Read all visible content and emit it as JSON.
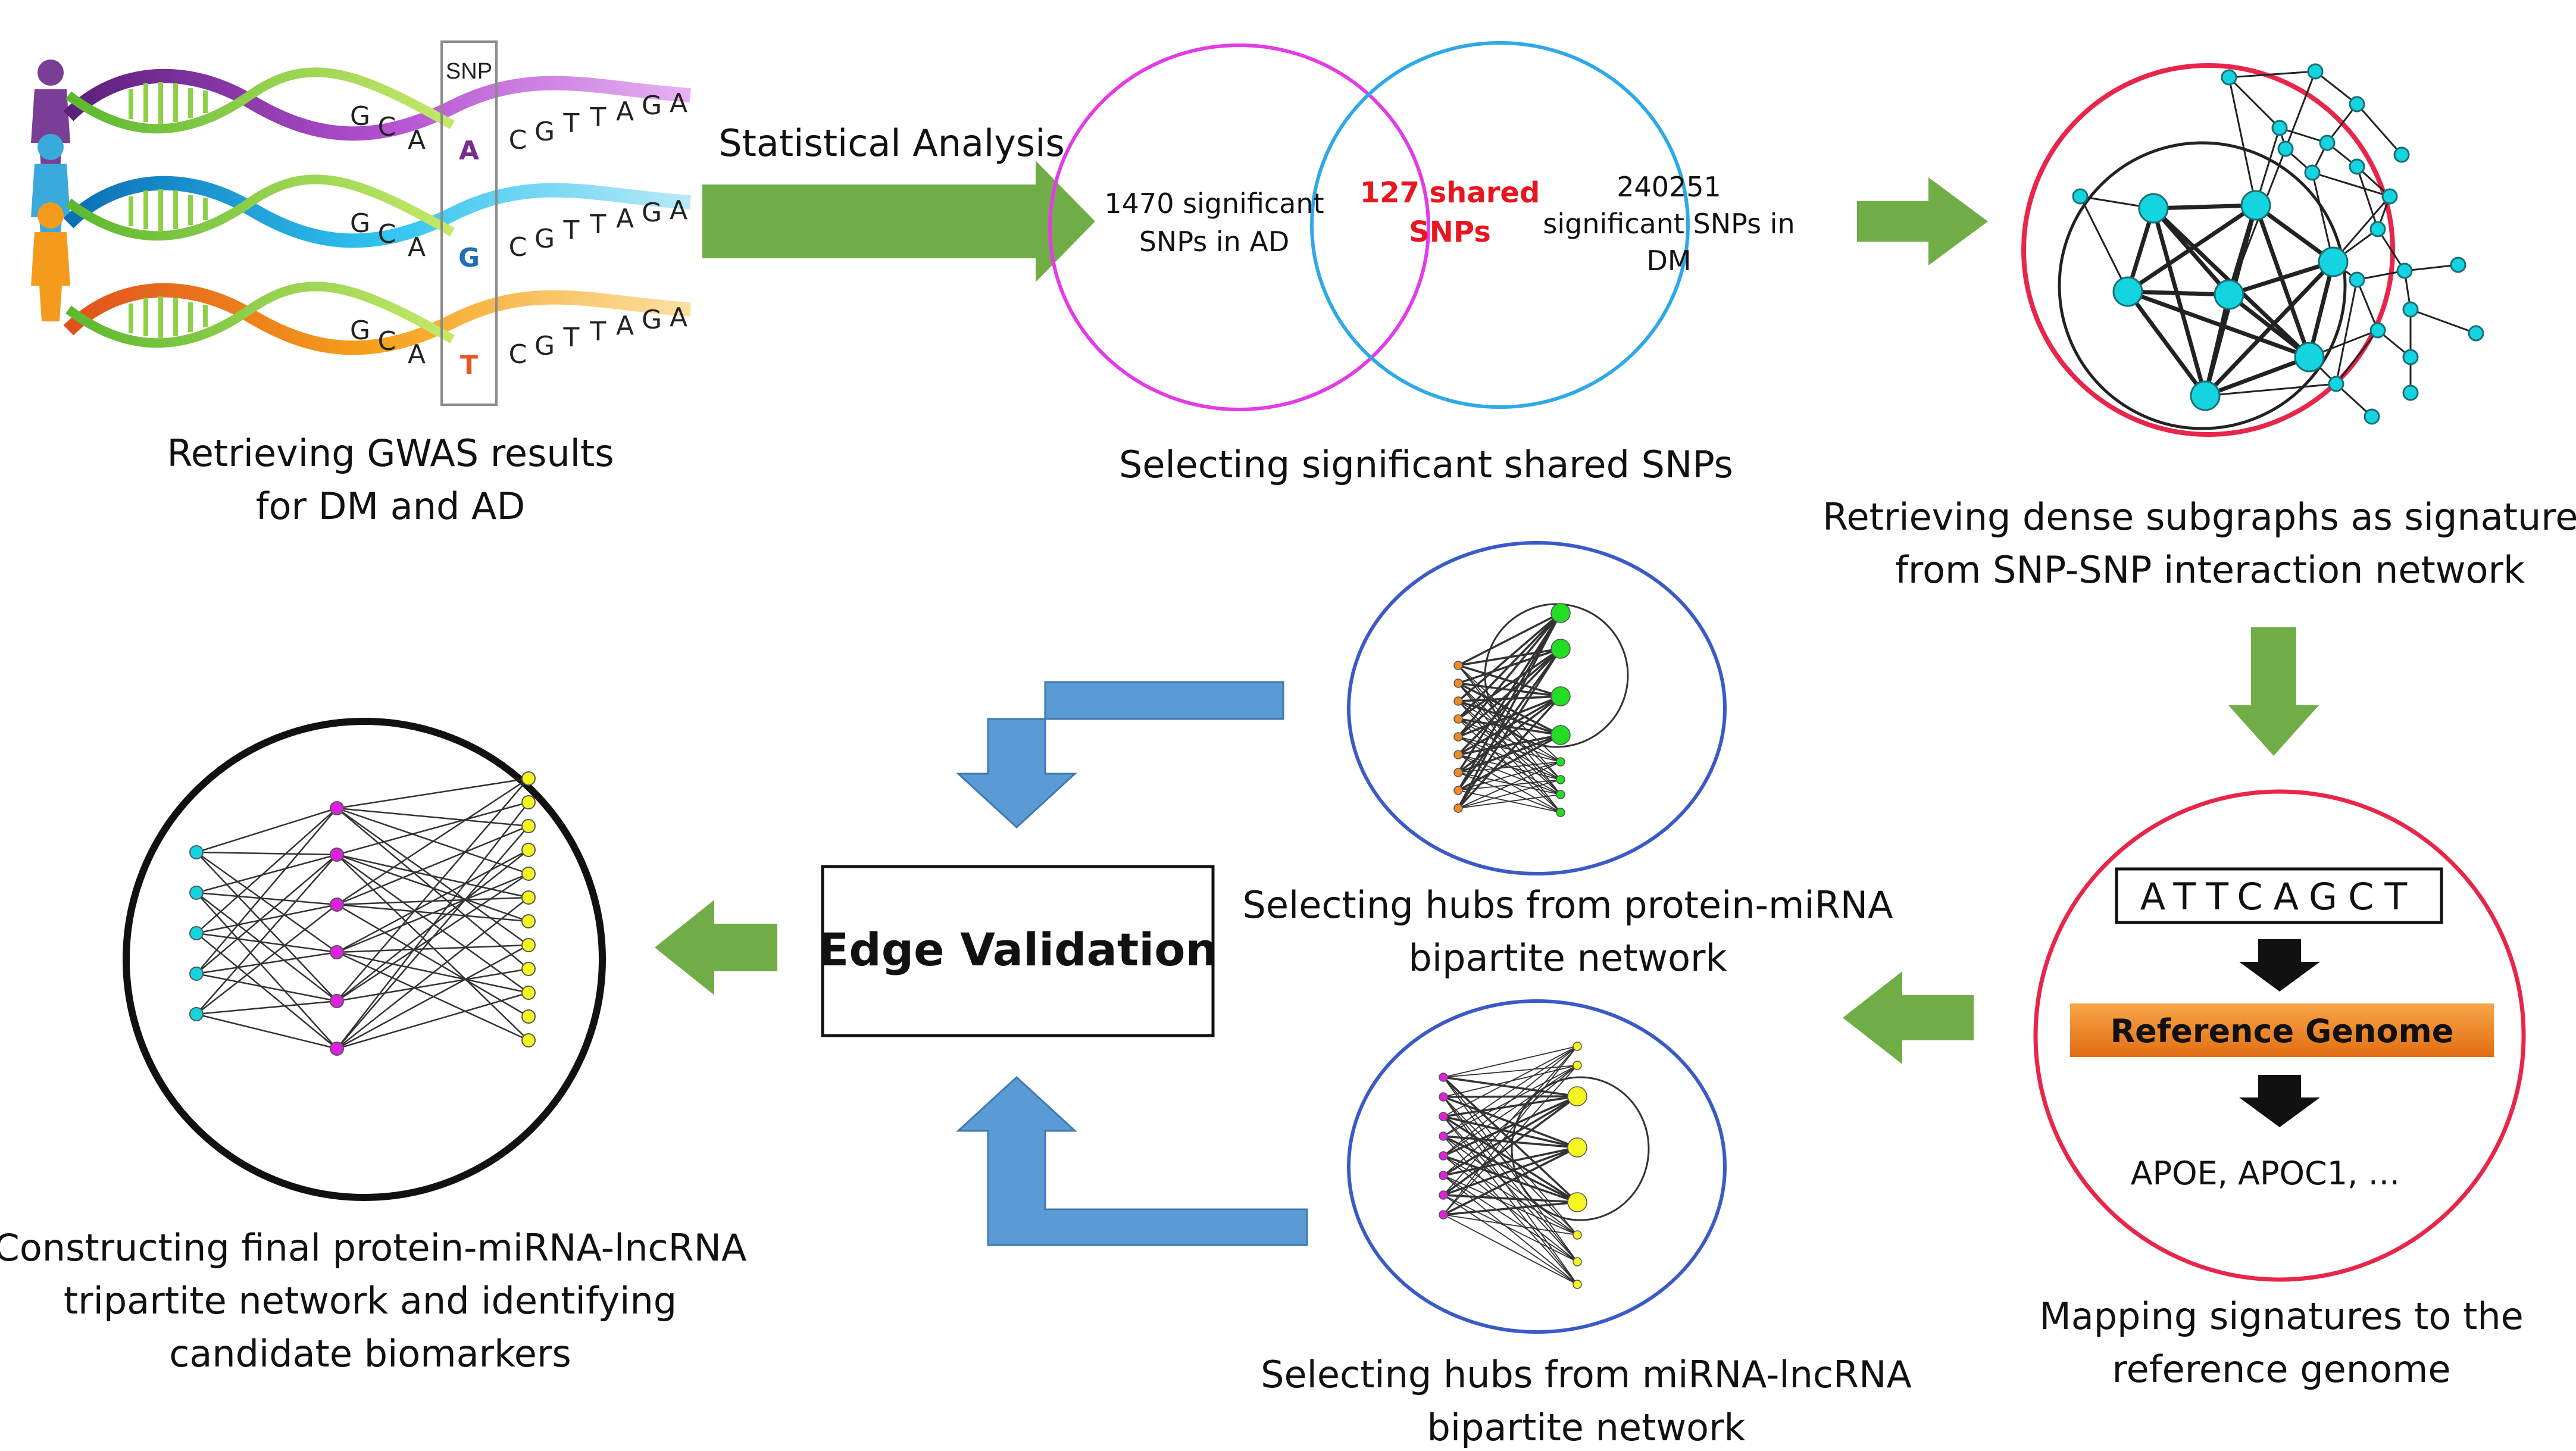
{
  "gwas": {
    "snp_label": "SNP",
    "left_bases": [
      "G",
      "C",
      "A"
    ],
    "right_bases": [
      "C",
      "G",
      "T",
      "T",
      "A",
      "G",
      "A"
    ],
    "alleles": [
      {
        "base": "A",
        "color": "#7b2c8f"
      },
      {
        "base": "G",
        "color": "#1f6fb8"
      },
      {
        "base": "T",
        "color": "#e8542a"
      }
    ],
    "person_colors": [
      "#7b3e96",
      "#3aa9dc",
      "#f49b1e"
    ],
    "caption": [
      "Retrieving GWAS results",
      "for DM and AD"
    ]
  },
  "statistical_analysis": "Statistical Analysis",
  "venn": {
    "left": [
      "1470 significant",
      "SNPs in AD"
    ],
    "center": [
      "127 shared",
      "SNPs"
    ],
    "right": [
      "240251",
      "significant SNPs in",
      "DM"
    ],
    "left_color": "#e33be6",
    "right_color": "#2ea8e8",
    "center_color": "#e8161e",
    "caption": "Selecting significant shared SNPs"
  },
  "network": {
    "caption": [
      "Retrieving dense subgraphs as signatures",
      "from SNP-SNP interaction network"
    ]
  },
  "mapping": {
    "sequence": "ATTCAGCT",
    "reference": "Reference Genome",
    "genes": "APOE, APOC1, …",
    "caption": [
      "Mapping signatures to the",
      "reference genome"
    ]
  },
  "hub_protein": {
    "caption": [
      "Selecting hubs from protein-miRNA",
      "bipartite network"
    ]
  },
  "hub_mirna": {
    "caption": [
      "Selecting hubs from miRNA-lncRNA",
      "bipartite network"
    ]
  },
  "edge_validation": "Edge Validation",
  "final": {
    "caption": [
      "Constructing final protein-miRNA-lncRNA",
      "tripartite network and identifying",
      "candidate biomarkers"
    ]
  },
  "colors": {
    "green_arrow": "#70ad47",
    "blue_arrow": "#5b9bd5",
    "red_circle": "#e8254a",
    "blue_circle": "#3a5bc7",
    "cyan_node": "#14d4e0",
    "magenta_node": "#e020e0",
    "yellow_node": "#f5f520",
    "green_node": "#22dd22",
    "orange_band": "#f08a24"
  }
}
